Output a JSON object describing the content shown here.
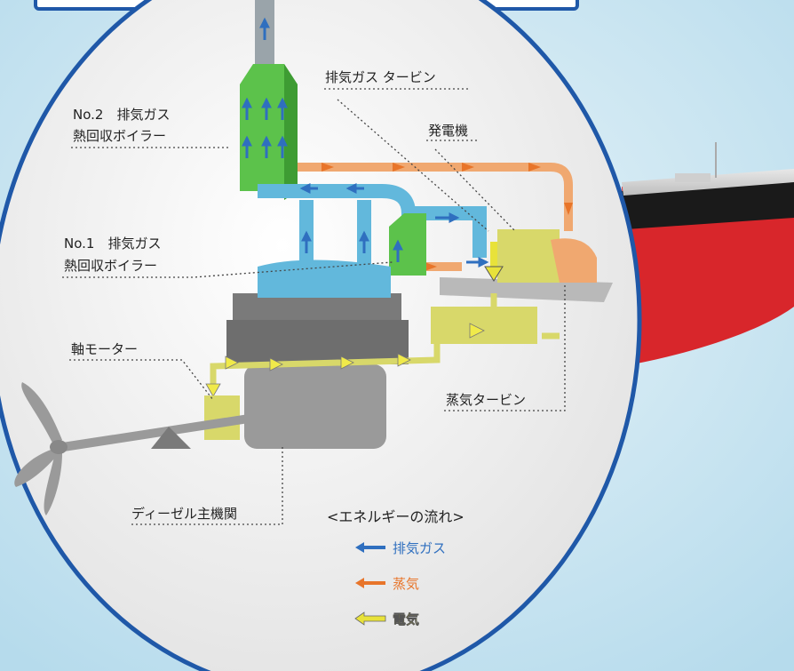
{
  "labels": {
    "exhaust_turbine": "排気ガス タービン",
    "boiler2_line1": "No.2　排気ガス",
    "boiler2_line2": "熱回収ボイラー",
    "generator": "発電機",
    "boiler1_line1": "No.1　排気ガス",
    "boiler1_line2": "熱回収ボイラー",
    "shaft_motor": "軸モーター",
    "steam_turbine": "蒸気タービン",
    "diesel_engine": "ディーゼル主機関"
  },
  "legend": {
    "title": "<エネルギーの流れ>",
    "items": [
      {
        "label": "排気ガス",
        "color": "#2f6fbf"
      },
      {
        "label": "蒸気",
        "color": "#e8752a"
      },
      {
        "label": "電気",
        "color": "#e8e23a"
      }
    ]
  },
  "colors": {
    "background": "#c9e3ef",
    "circle_fill": "#f4f4f4",
    "circle_border": "#1f58a8",
    "boiler": "#5cc24b",
    "exhaust_pipe": "#62b8dc",
    "steam_pipe": "#f0a870",
    "electric": "#d8d86a",
    "engine": "#8e8e8e",
    "hull_red": "#d8262b",
    "hull_black": "#1a1a1a"
  }
}
